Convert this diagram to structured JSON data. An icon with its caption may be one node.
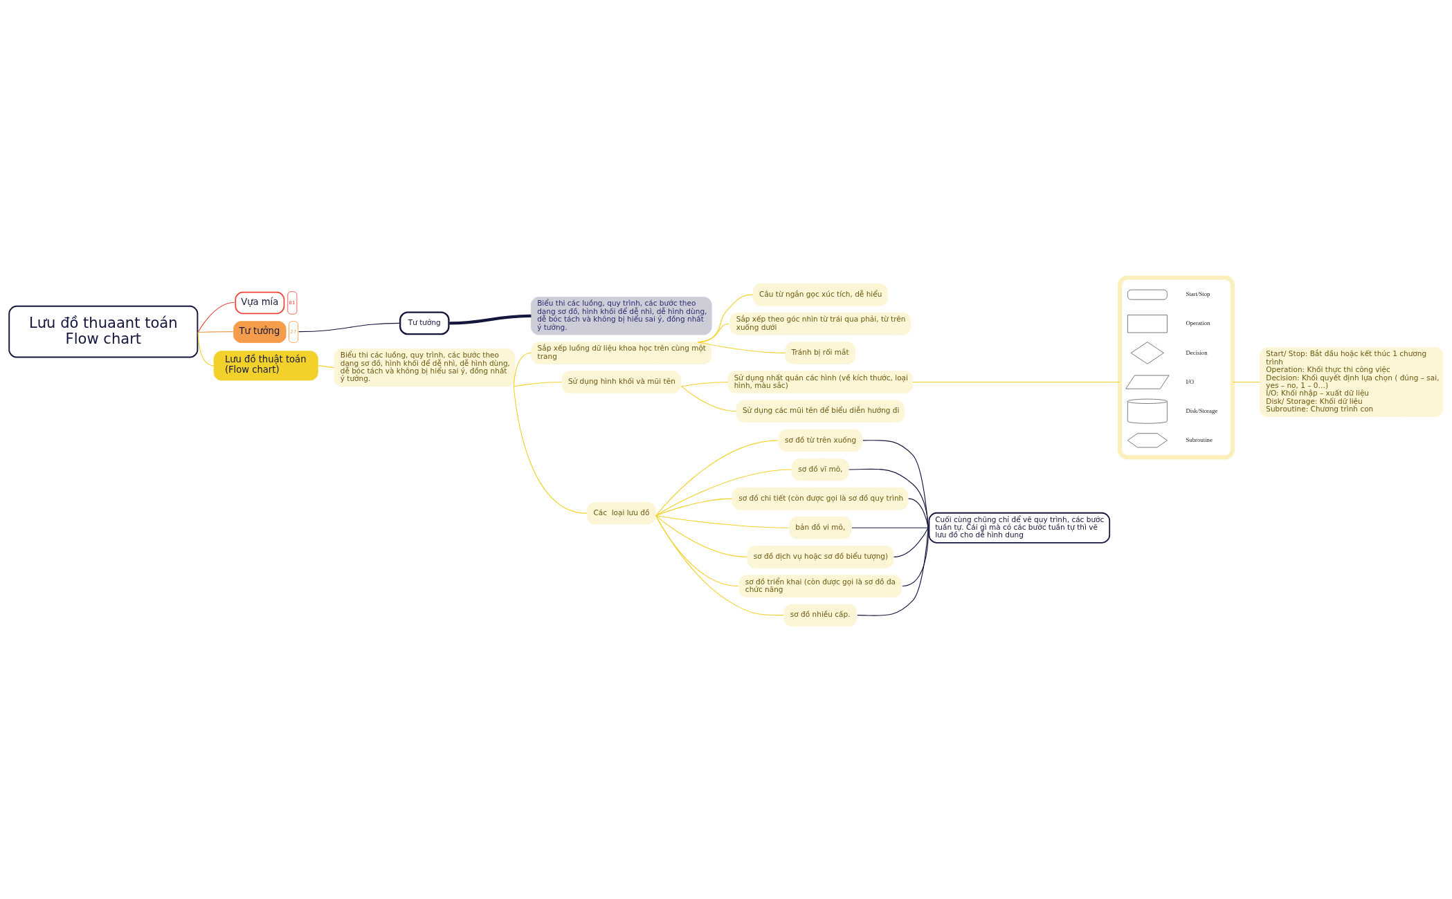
{
  "diagram": {
    "nodes": [
      {
        "text": [
          "Lưu đồ thuaant toán Flow chart"
        ]
      },
      {
        "text": [
          "Vựa mía"
        ],
        "beside": [
          "81"
        ]
      },
      {
        "text": [
          "Tư tưởng"
        ],
        "beside": [
          "27"
        ]
      },
      {
        "text": [
          "Tư tưởng"
        ]
      },
      {
        "text": [
          "Biểu thi các luồng, quy trình, các bước theo dạng sơ đồ, hình khối để dễ nhì, dễ hình dùng, dễ bóc tách và không bị hiểu sai ý, đồng nhất ý tưởng."
        ]
      },
      {
        "text": [
          "Lưu đồ thuật toán (Flow chart)"
        ]
      },
      {
        "text": [
          "Biểu thi các luồng, quy trình, các bước theo dạng sơ đồ, hình khối để dễ nhì, dễ hình dùng, dễ bóc tách và không bị hiểu sai ý, đồng nhất ý tưởng."
        ]
      },
      {
        "text": [
          "Sắp xếp luồng dữ liệu khoa học trên cùng một trang"
        ]
      },
      {
        "text": [
          "Câu từ ngắn gọc xúc tích, dễ hiểu"
        ]
      },
      {
        "text": [
          "Sắp xếp theo góc nhìn từ trái qua phải, từ trên xuống dưới"
        ]
      },
      {
        "text": [
          "Tránh bị rối mắt"
        ]
      },
      {
        "text": [
          "Sử dụng hình khối và mũi tên"
        ]
      },
      {
        "text": [
          "Sử dụng nhất quán các hình (về kích thước, loại hình, màu sắc)"
        ]
      },
      {
        "text": [],
        "shape": "picture"
      },
      {
        "text": [],
        "shape": "capsule",
        "in": 13,
        "beside": [
          "Start/Stop"
        ]
      },
      {
        "text": [],
        "shape": "box",
        "in": 13,
        "beside": [
          "Operation"
        ]
      },
      {
        "text": [],
        "shape": "diamond",
        "in": 13,
        "beside": [
          "Decision"
        ]
      },
      {
        "text": [],
        "shape": "parallelogram",
        "in": 13,
        "beside": [
          "I/O"
        ]
      },
      {
        "text": [],
        "shape": "cylinder",
        "in": 13,
        "beside": [
          "Disk/Storage"
        ]
      },
      {
        "text": [],
        "shape": "hexagon",
        "in": 13,
        "beside": [
          "Subroutine"
        ]
      },
      {
        "text": [
          "Start/ Stop: Bắt đầu hoặc kết thúc 1 chương trình",
          "Operation: Khối thực thi công việc",
          "Decision: Khối quyết định lựa chọn ( đúng – sai, yes – no, 1 – 0…)",
          "I/O: Khối nhập – xuất dữ liệu",
          "Disk/ Storage: Khối dữ liệu",
          "Subroutine: Chương trình con"
        ]
      },
      {
        "text": [
          "Sử dụng các mũi tên để biểu diễn hướng đi"
        ]
      },
      {
        "text": [
          "Các  loại lưu đồ"
        ]
      },
      {
        "text": [
          "sơ đồ từ trên xuống"
        ]
      },
      {
        "text": [
          "sơ đồ vĩ mô,"
        ]
      },
      {
        "text": [
          "sơ đồ chi tiết (còn được gọi là sơ đồ quy trình"
        ]
      },
      {
        "text": [
          "bản đồ vi mô,"
        ]
      },
      {
        "text": [
          "sơ đồ dịch vụ hoặc sơ đồ biểu tượng)"
        ]
      },
      {
        "text": [
          "sơ đồ triển khai (còn được gọi là sơ đồ đa chức năng"
        ]
      },
      {
        "text": [
          "sơ đồ nhiều cấp."
        ]
      },
      {
        "text": [
          "Cuối cùng chũng chỉ để vẽ quy trình, các bước tuần tự. Cái gì mà có các bước tuần tự thì vẽ lưu đồ cho dễ hình dung"
        ]
      }
    ],
    "edges": [
      {
        "from": 0,
        "to": 1,
        "arrow": "none",
        "color": "#f0453a"
      },
      {
        "from": 0,
        "to": 2,
        "arrow": "none",
        "color": "#f59d4a"
      },
      {
        "from": 0,
        "to": 5,
        "arrow": "none"
      },
      {
        "from": 2,
        "to": 3,
        "arrow": "none",
        "color": "#15163d"
      },
      {
        "from": 3,
        "to": 4,
        "arrow": "none",
        "color": "#15163d",
        "style": "thick"
      },
      {
        "from": 5,
        "to": 6,
        "arrow": "none"
      },
      {
        "from": 6,
        "to": 7,
        "arrow": "none"
      },
      {
        "from": 7,
        "to": 8,
        "arrow": "none"
      },
      {
        "from": 7,
        "to": 9,
        "arrow": "none"
      },
      {
        "from": 7,
        "to": 10,
        "arrow": "none"
      },
      {
        "from": 6,
        "to": 11,
        "arrow": "none"
      },
      {
        "from": 11,
        "to": 12,
        "arrow": "none"
      },
      {
        "from": 12,
        "to": 13,
        "arrow": "none"
      },
      {
        "from": 13,
        "to": 20,
        "arrow": "none"
      },
      {
        "from": 11,
        "to": 21,
        "arrow": "none"
      },
      {
        "from": 6,
        "to": 22,
        "arrow": "none"
      },
      {
        "from": 22,
        "to": 23,
        "arrow": "none"
      },
      {
        "from": 22,
        "to": 24,
        "arrow": "none"
      },
      {
        "from": 22,
        "to": 25,
        "arrow": "none"
      },
      {
        "from": 22,
        "to": 26,
        "arrow": "none"
      },
      {
        "from": 22,
        "to": 27,
        "arrow": "none"
      },
      {
        "from": 22,
        "to": 28,
        "arrow": "none"
      },
      {
        "from": 22,
        "to": 29,
        "arrow": "none"
      },
      {
        "from": 23,
        "to": 30,
        "arrow": "none",
        "color": "#15163d"
      },
      {
        "from": 24,
        "to": 30,
        "arrow": "none",
        "color": "#15163d"
      },
      {
        "from": 25,
        "to": 30,
        "arrow": "none",
        "color": "#15163d"
      },
      {
        "from": 26,
        "to": 30,
        "arrow": "none",
        "color": "#15163d"
      },
      {
        "from": 27,
        "to": 30,
        "arrow": "none",
        "color": "#15163d"
      },
      {
        "from": 28,
        "to": 30,
        "arrow": "none",
        "color": "#15163d"
      },
      {
        "from": 29,
        "to": 30,
        "arrow": "none",
        "color": "#15163d"
      }
    ]
  }
}
